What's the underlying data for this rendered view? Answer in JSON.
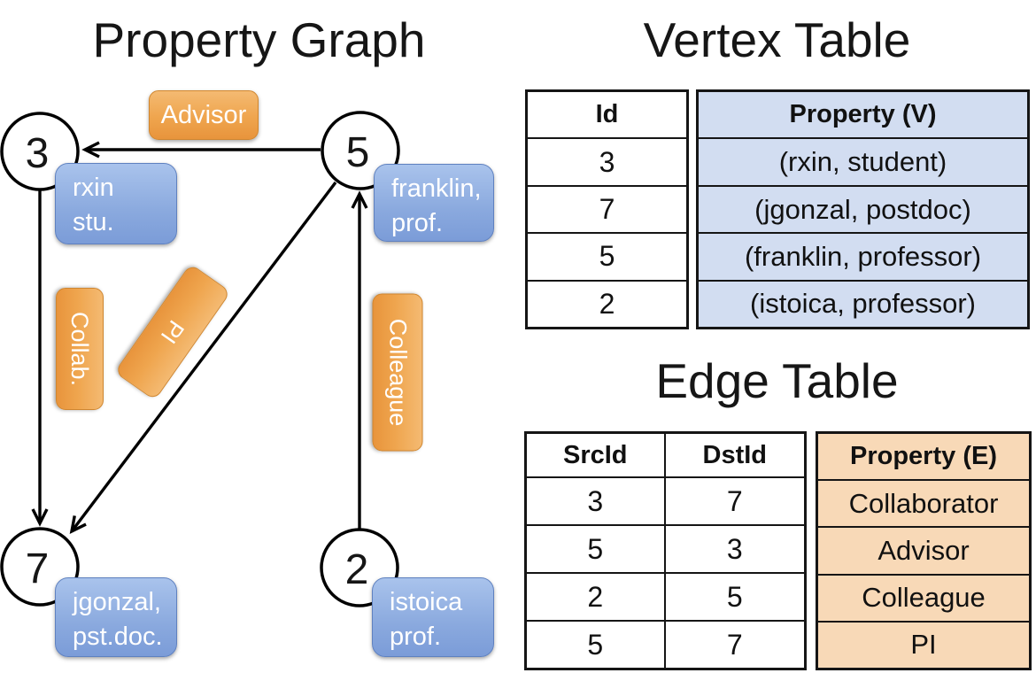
{
  "graph": {
    "title": "Property Graph",
    "nodes": [
      {
        "id": "3",
        "prop_line1": "rxin",
        "prop_line2": "stu."
      },
      {
        "id": "5",
        "prop_line1": "franklin,",
        "prop_line2": "prof."
      },
      {
        "id": "7",
        "prop_line1": "jgonzal,",
        "prop_line2": "pst.doc."
      },
      {
        "id": "2",
        "prop_line1": "istoica",
        "prop_line2": "prof."
      }
    ],
    "edges": [
      {
        "src": "5",
        "dst": "3",
        "label": "Advisor"
      },
      {
        "src": "3",
        "dst": "7",
        "label": "Collab."
      },
      {
        "src": "5",
        "dst": "7",
        "label": "PI"
      },
      {
        "src": "2",
        "dst": "5",
        "label": "Colleague"
      }
    ]
  },
  "vertex_table": {
    "title": "Vertex Table",
    "columns": {
      "id": "Id",
      "property": "Property (V)"
    },
    "rows": [
      {
        "id": "3",
        "property": "(rxin, student)"
      },
      {
        "id": "7",
        "property": "(jgonzal, postdoc)"
      },
      {
        "id": "5",
        "property": "(franklin, professor)"
      },
      {
        "id": "2",
        "property": "(istoica, professor)"
      }
    ]
  },
  "edge_table": {
    "title": "Edge Table",
    "columns": {
      "src": "SrcId",
      "dst": "DstId",
      "property": "Property (E)"
    },
    "rows": [
      {
        "src": "3",
        "dst": "7",
        "property": "Collaborator"
      },
      {
        "src": "5",
        "dst": "3",
        "property": "Advisor"
      },
      {
        "src": "2",
        "dst": "5",
        "property": "Colleague"
      },
      {
        "src": "5",
        "dst": "7",
        "property": "PI"
      }
    ]
  },
  "palette": {
    "edge_label_orange": "#eb9b41",
    "node_label_blue": "#7f9fd9",
    "vertex_cell_bg": "#d2ddf1",
    "edge_cell_bg": "#f8d9b7",
    "line_color": "#000000",
    "background": "#ffffff"
  }
}
